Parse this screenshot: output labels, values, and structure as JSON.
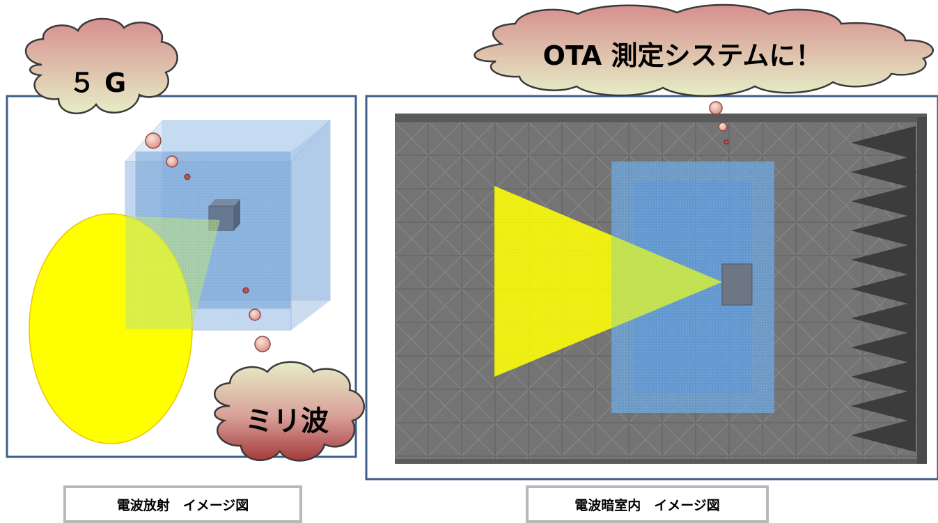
{
  "left_figure": {
    "cloud_top_label": "５ G",
    "cloud_bottom_label": "ミリ波",
    "caption": "電波放射　イメージ図"
  },
  "right_figure": {
    "cloud_label": "OTA 測定システムに！",
    "caption": "電波暗室内　イメージ図"
  },
  "colors": {
    "panel_border": "#3e5f8a",
    "caption_border": "#b8b8b8",
    "cloud_top": "#d68f8f",
    "cloud_bottom": "#e6edc6",
    "beam_yellow": "#ffff00",
    "cube_blue": "#6aa0d8",
    "chamber_gray": "#737373"
  }
}
